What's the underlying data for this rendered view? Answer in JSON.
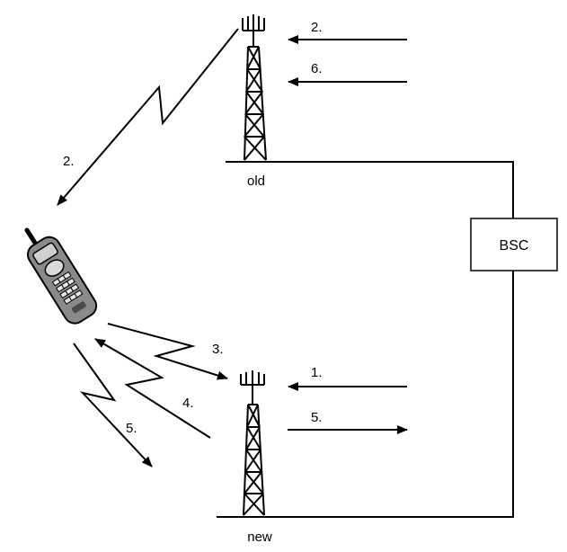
{
  "nodes": {
    "old_tower_label": "old",
    "new_tower_label": "new",
    "bsc_label": "BSC"
  },
  "messages": {
    "m1": "1.",
    "m2_bsc": "2.",
    "m2_radio": "2.",
    "m3": "3.",
    "m4": "4.",
    "m5_radio": "5.",
    "m5_bsc": "5.",
    "m6": "6."
  },
  "colors": {
    "line": "#000000",
    "background": "#ffffff",
    "phone_body": "#8a8a8a",
    "phone_screen": "#cfcfcf"
  },
  "icons": {
    "tower": "antenna-tower-icon",
    "phone": "mobile-phone-icon"
  }
}
